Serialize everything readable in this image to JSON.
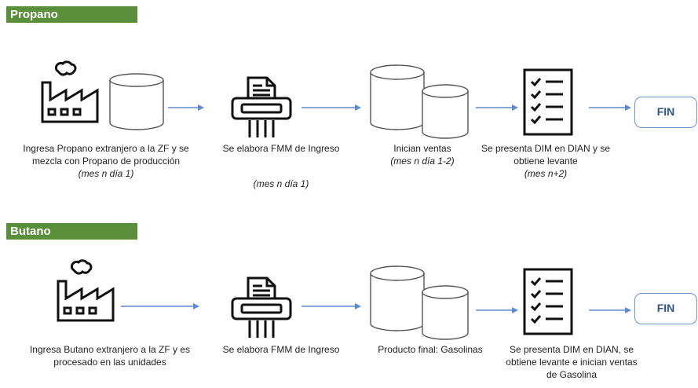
{
  "colors": {
    "header_bg": "#5a8f3a",
    "arrow": "#5b8bd0",
    "fin_border": "#6f95c6",
    "fin_text": "#2f5587"
  },
  "propano": {
    "header": "Propano",
    "steps": [
      {
        "icon": "factory-icon",
        "text": "Ingresa Propano extranjero a la ZF y se mezcla con Propano de producción",
        "note": "(mes n día 1)"
      },
      {
        "icon": "document-shredder-icon",
        "text": "Se elabora FMM de Ingreso",
        "note": "(mes n día 1)"
      },
      {
        "icon": "storage-tanks-icon",
        "text": "Inician ventas",
        "note": "(mes n día 1-2)"
      },
      {
        "icon": "checklist-icon",
        "text": "Se presenta DIM en DIAN y se obtiene levante",
        "note": "(mes n+2)"
      }
    ],
    "fin": "FIN"
  },
  "butano": {
    "header": "Butano",
    "steps": [
      {
        "icon": "factory-icon",
        "text": "Ingresa Butano extranjero a la ZF y es procesado en las unidades"
      },
      {
        "icon": "document-shredder-icon",
        "text": "Se elabora FMM de Ingreso"
      },
      {
        "icon": "storage-tanks-icon",
        "text": "Producto final: Gasolinas"
      },
      {
        "icon": "checklist-icon",
        "text": "Se presenta DIM en DIAN, se obtiene levante e inician ventas de Gasolina"
      }
    ],
    "fin": "FIN"
  }
}
